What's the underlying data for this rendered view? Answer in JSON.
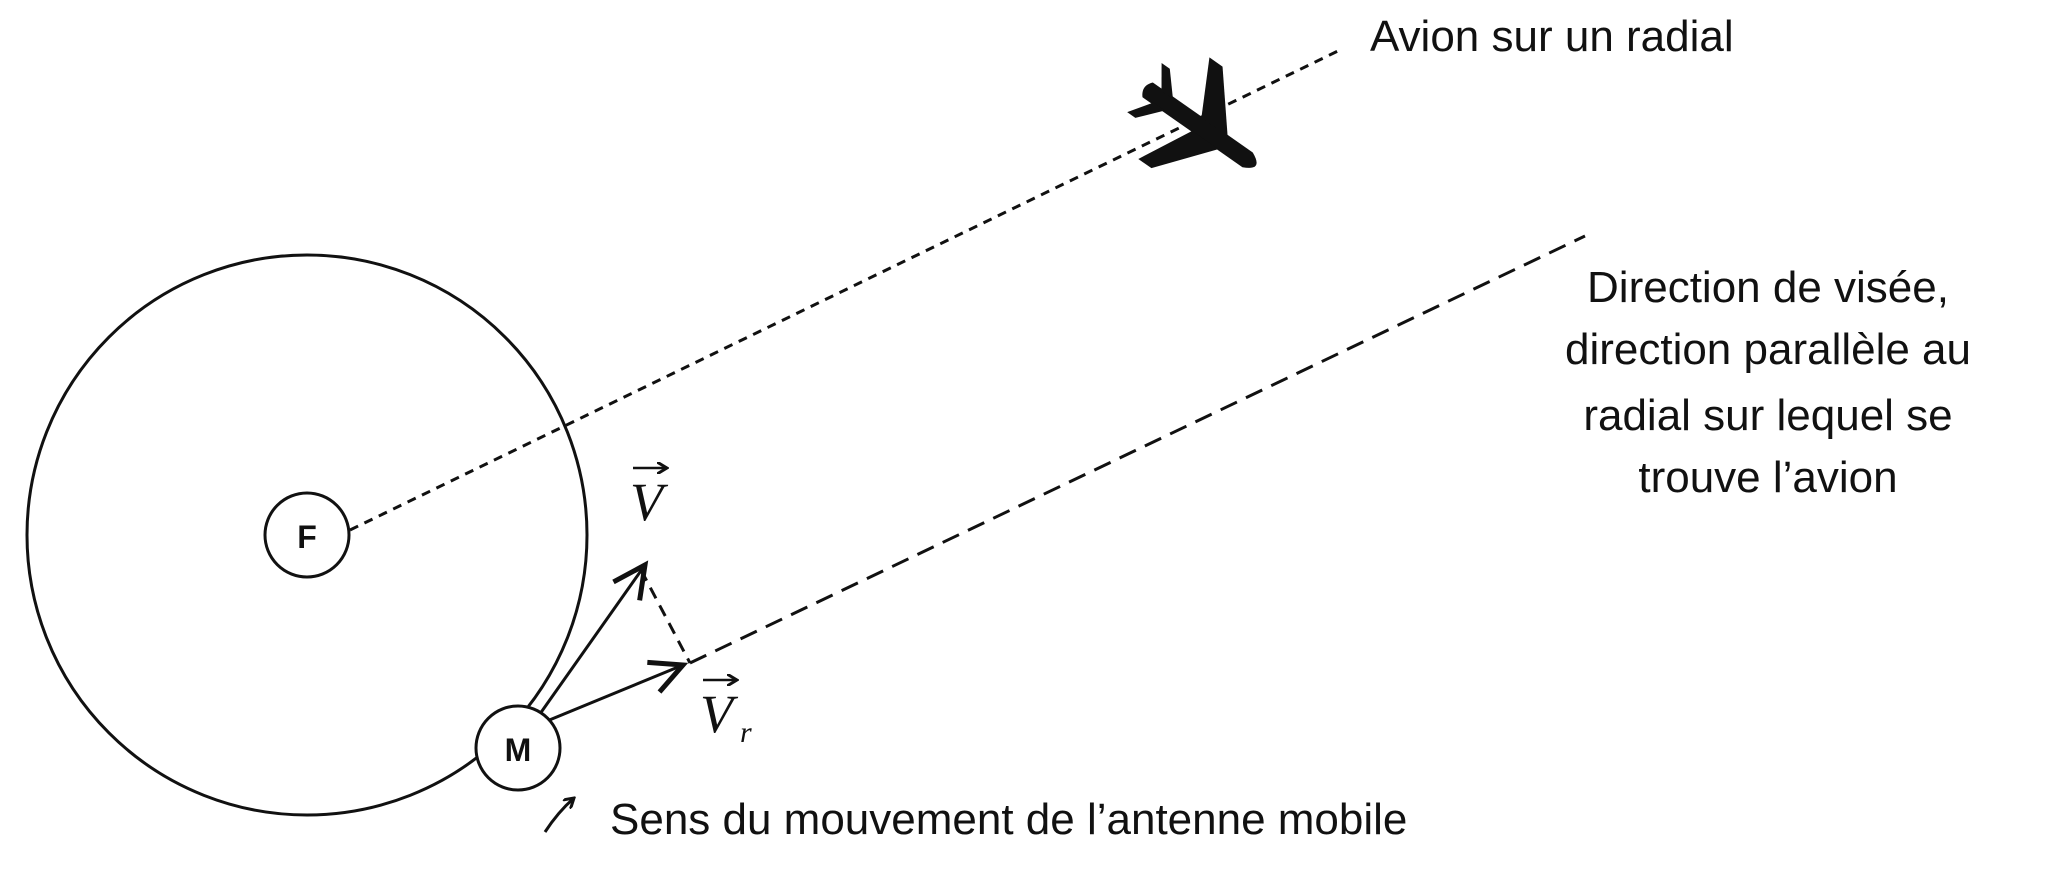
{
  "labels": {
    "aircraft_radial": "Avion sur un radial",
    "sight_direction": [
      "Direction de visée,",
      "direction parallèle au",
      "radial sur lequel se",
      "trouve l’avion"
    ],
    "motion": "Sens du mouvement de l’antenne mobile"
  },
  "nodes": {
    "fixed": "F",
    "mobile": "M"
  },
  "vectors": {
    "velocity": "V",
    "radial_component": "V",
    "radial_subscript": "r"
  },
  "icons": {
    "aircraft": "airplane-icon"
  }
}
